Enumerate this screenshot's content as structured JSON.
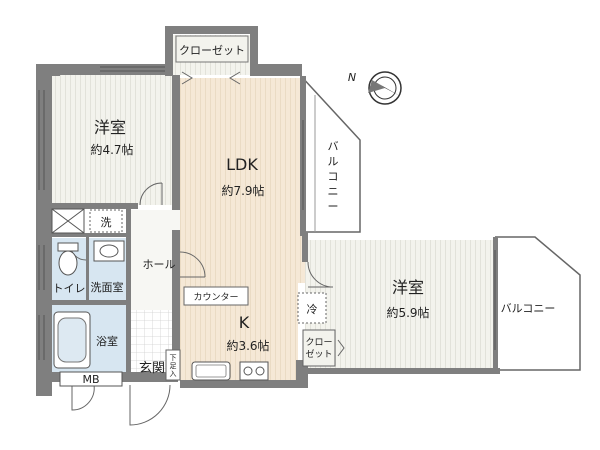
{
  "floorplan": {
    "rooms": {
      "western_room_nw": {
        "name": "洋室",
        "area": "約4.7帖"
      },
      "ldk": {
        "name": "LDK",
        "area": "約7.9帖"
      },
      "kitchen": {
        "name": "K",
        "area": "約3.6帖"
      },
      "western_room_e": {
        "name": "洋室",
        "area": "約5.9帖"
      },
      "hall": {
        "name": "ホール"
      },
      "toilet": {
        "name": "トイレ"
      },
      "washroom": {
        "name": "洗面室"
      },
      "bathroom": {
        "name": "浴室"
      },
      "entrance": {
        "name": "玄関"
      }
    },
    "labels": {
      "closet_top": "クローゼット",
      "closet_small_line1": "クロー",
      "closet_small_line2": "ゼット",
      "balcony_right": "バルコニー",
      "balcony_vertical": [
        "バ",
        "ル",
        "コ",
        "ニ",
        "ー"
      ],
      "counter": "カウンター",
      "fridge": "冷",
      "washer": "洗",
      "shoe_box": [
        "下",
        "足",
        "入"
      ],
      "meter_box": "MB",
      "north": "N"
    },
    "colors": {
      "wall": "#7a7a7a",
      "ldk_floor": "#f4e7d3",
      "room_floor": "#f1f1eb",
      "wet_floor": "#d6e7f3",
      "balcony_floor": "#ffffff",
      "line": "#555555"
    },
    "icons": [
      "compass-icon",
      "toilet-icon",
      "sink-icon",
      "bathtub-icon",
      "stove-icon",
      "washer-icon"
    ]
  }
}
